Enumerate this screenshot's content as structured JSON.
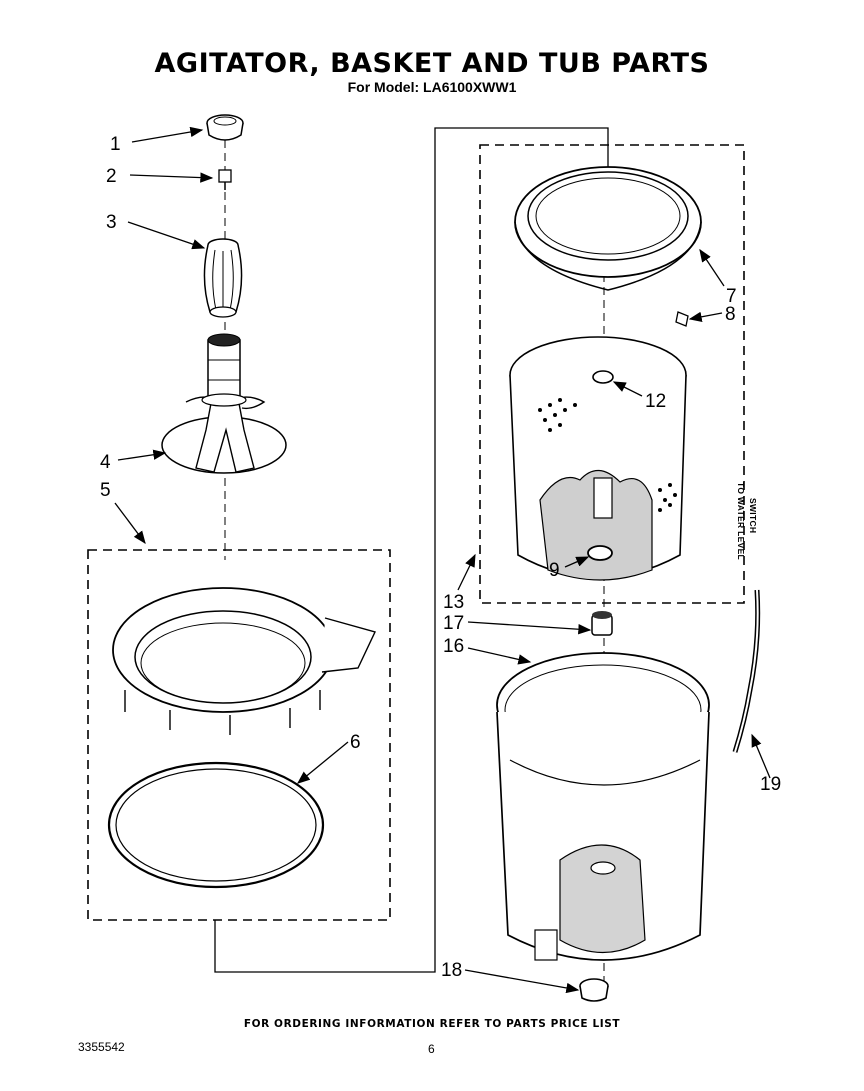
{
  "header": {
    "title": "AGITATOR, BASKET AND TUB PARTS",
    "subtitle": "For Model: LA6100XWW1"
  },
  "callouts": {
    "c1": "1",
    "c2": "2",
    "c3": "3",
    "c4": "4",
    "c5": "5",
    "c6": "6",
    "c7": "7",
    "c8": "8",
    "c9": "9",
    "c12": "12",
    "c13": "13",
    "c16": "16",
    "c17": "17",
    "c18": "18",
    "c19": "19"
  },
  "notes": {
    "water_level_line1": "TO WATER LEVEL",
    "water_level_line2": "SWITCH"
  },
  "footer": {
    "ordering": "FOR ORDERING INFORMATION REFER TO PARTS PRICE LIST",
    "doc_number": "3355542",
    "page_number": "6"
  }
}
